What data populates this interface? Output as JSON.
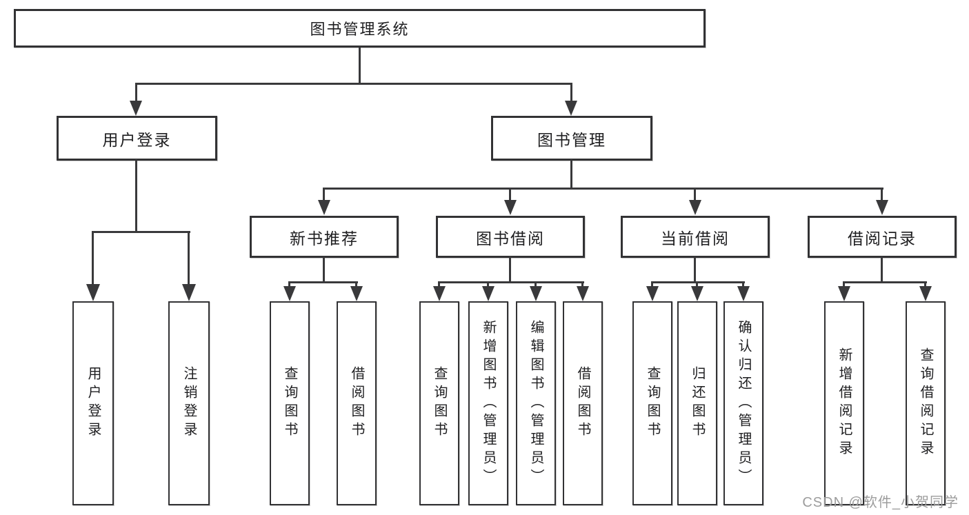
{
  "diagram": {
    "root_label": "图书管理系统",
    "branches": [
      {
        "label": "用户登录",
        "children": [
          "用户登录",
          "注销登录"
        ]
      },
      {
        "label": "图书管理",
        "sections": [
          {
            "label": "新书推荐",
            "children": [
              "查询图书",
              "借阅图书"
            ]
          },
          {
            "label": "图书借阅",
            "children": [
              "查询图书",
              "新增图书（管理员）",
              "编辑图书（管理员）",
              "借阅图书"
            ]
          },
          {
            "label": "当前借阅",
            "children": [
              "查询图书",
              "归还图书",
              "确认归还（管理员）"
            ]
          },
          {
            "label": "借阅记录",
            "children": [
              "新增借阅记录",
              "查询借阅记录"
            ]
          }
        ]
      }
    ]
  },
  "watermark": "CSDN @软件_小贺同学",
  "colors": {
    "line": "#39393b",
    "border": "#323234",
    "text": "#1e1e20",
    "background": "#ffffff",
    "watermark": "#9c9c9c"
  }
}
